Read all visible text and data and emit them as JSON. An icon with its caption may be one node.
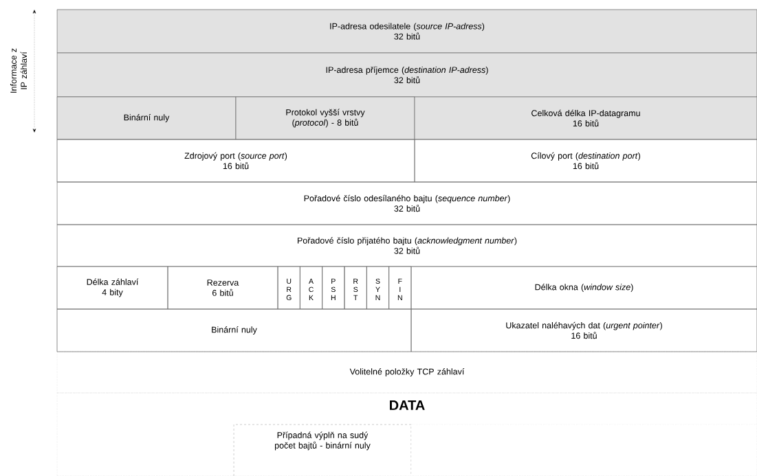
{
  "diagram": {
    "nodes": [
      {
        "text": [
          "IP-adresa odesilatele (*source IP-adress*)",
          "32 bitů"
        ]
      },
      {
        "text": [
          "IP-adresa příjemce (*destination IP-adress*)",
          "32 bitů"
        ]
      },
      {
        "text": [
          "Binární nuly"
        ]
      },
      {
        "text": [
          "Protokol vyšší vrstvy (*protocol*) - 8 bitů"
        ]
      },
      {
        "text": [
          "Celková délka IP-datagramu",
          "16 bitů"
        ]
      },
      {
        "text": [
          "Zdrojový port (*source port*)",
          "16 bitů"
        ]
      },
      {
        "text": [
          "Cílový port (*destination port*)",
          "16 bitů"
        ]
      },
      {
        "text": [
          "Pořadové číslo odesílaného bajtu (*sequence number*)",
          "32 bitů"
        ]
      },
      {
        "text": [
          "Pořadové číslo přijatého bajtu (*acknowledgment number*)",
          "32 bitů"
        ]
      },
      {
        "text": [
          "Délka záhlaví",
          "4 bity"
        ]
      },
      {
        "text": [
          "Rezerva",
          "6 bitů"
        ]
      },
      {
        "text": [
          "URG"
        ]
      },
      {
        "text": [
          "ACK"
        ]
      },
      {
        "text": [
          "PSH"
        ]
      },
      {
        "text": [
          "RST"
        ]
      },
      {
        "text": [
          "SYN"
        ]
      },
      {
        "text": [
          "FIN"
        ]
      },
      {
        "text": [
          "Délka okna (*window size*)"
        ]
      },
      {
        "text": [
          "Binární nuly"
        ]
      },
      {
        "text": [
          "Ukazatel naléhavých dat (*urgent pointer*)",
          "16 bitů"
        ]
      },
      {
        "text": [
          "Volitelné položky TCP záhlaví"
        ]
      },
      {
        "text": [
          "DATA"
        ]
      },
      {
        "text": [
          "Případná výplň na sudý počet bajtů - binární nuly"
        ],
        "in": 21
      }
    ],
    "labels": [
      "Informace z IP záhlaví"
    ]
  }
}
